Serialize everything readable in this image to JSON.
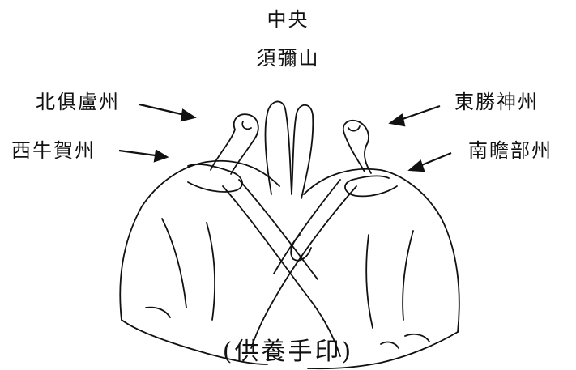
{
  "top_labels": {
    "line1": "中央",
    "line2": "須彌山"
  },
  "pointer_labels": {
    "north_west": "北俱盧州",
    "west": "西牛賀州",
    "north_east": "東勝神州",
    "south_east": "南瞻部州"
  },
  "caption": "(供養手印)",
  "colors": {
    "ink": "#111111",
    "background": "#ffffff"
  }
}
